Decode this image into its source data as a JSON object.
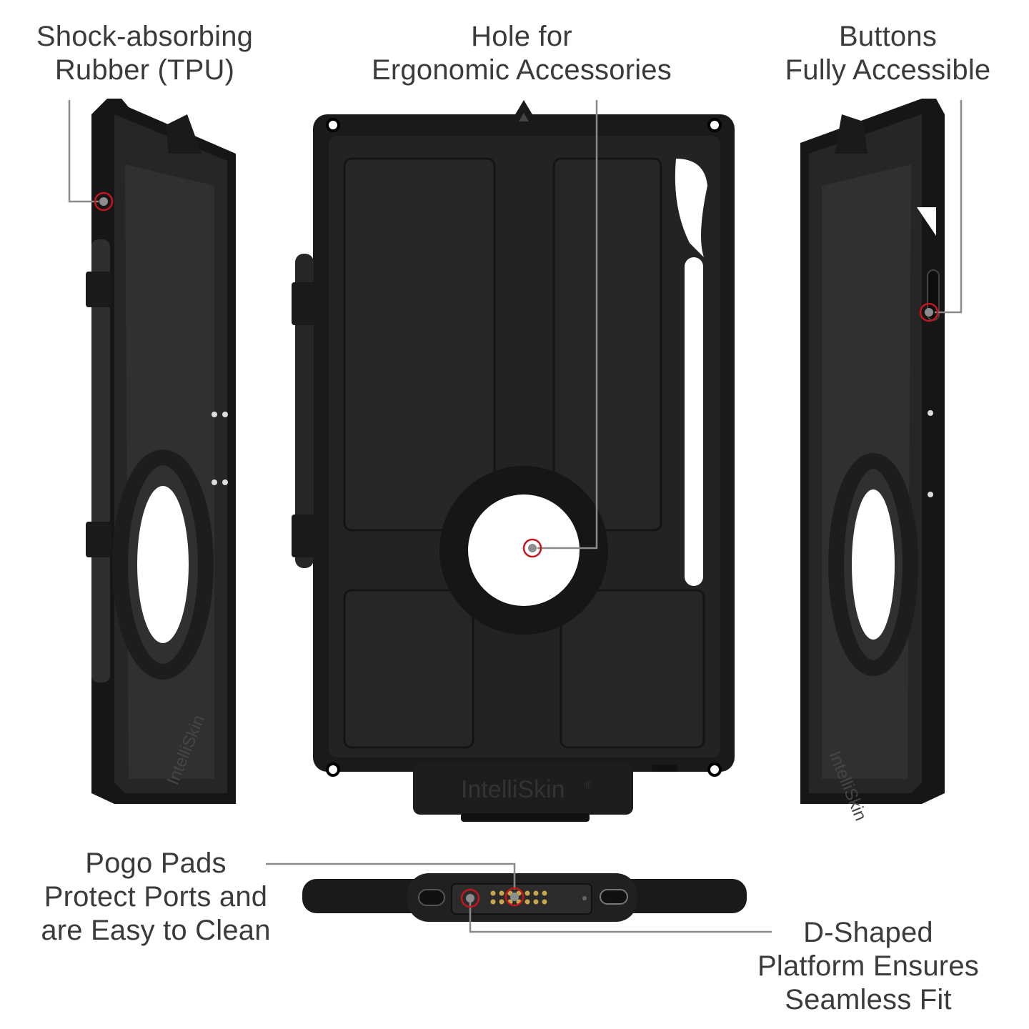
{
  "callouts": {
    "tpu": {
      "lines": [
        "Shock-absorbing",
        "Rubber (TPU)"
      ]
    },
    "hole": {
      "lines": [
        "Hole for",
        "Ergonomic Accessories"
      ]
    },
    "buttons": {
      "lines": [
        "Buttons",
        "Fully Accessible"
      ]
    },
    "pogo": {
      "lines": [
        "Pogo Pads",
        "Protect Ports and",
        "are Easy to Clean"
      ]
    },
    "dshape": {
      "lines": [
        "D-Shaped",
        "Platform Ensures",
        "Seamless Fit"
      ]
    }
  },
  "product": {
    "brand": "IntelliSkin",
    "registered_mark": "®"
  },
  "colors": {
    "case": "#1c1c1c",
    "case_inner": "#2a2a2a",
    "callout_ring": "#c4161c",
    "leader_line": "#8a8a8a",
    "text": "#3b3b3b",
    "pogo_pins": "#c8a84b"
  }
}
